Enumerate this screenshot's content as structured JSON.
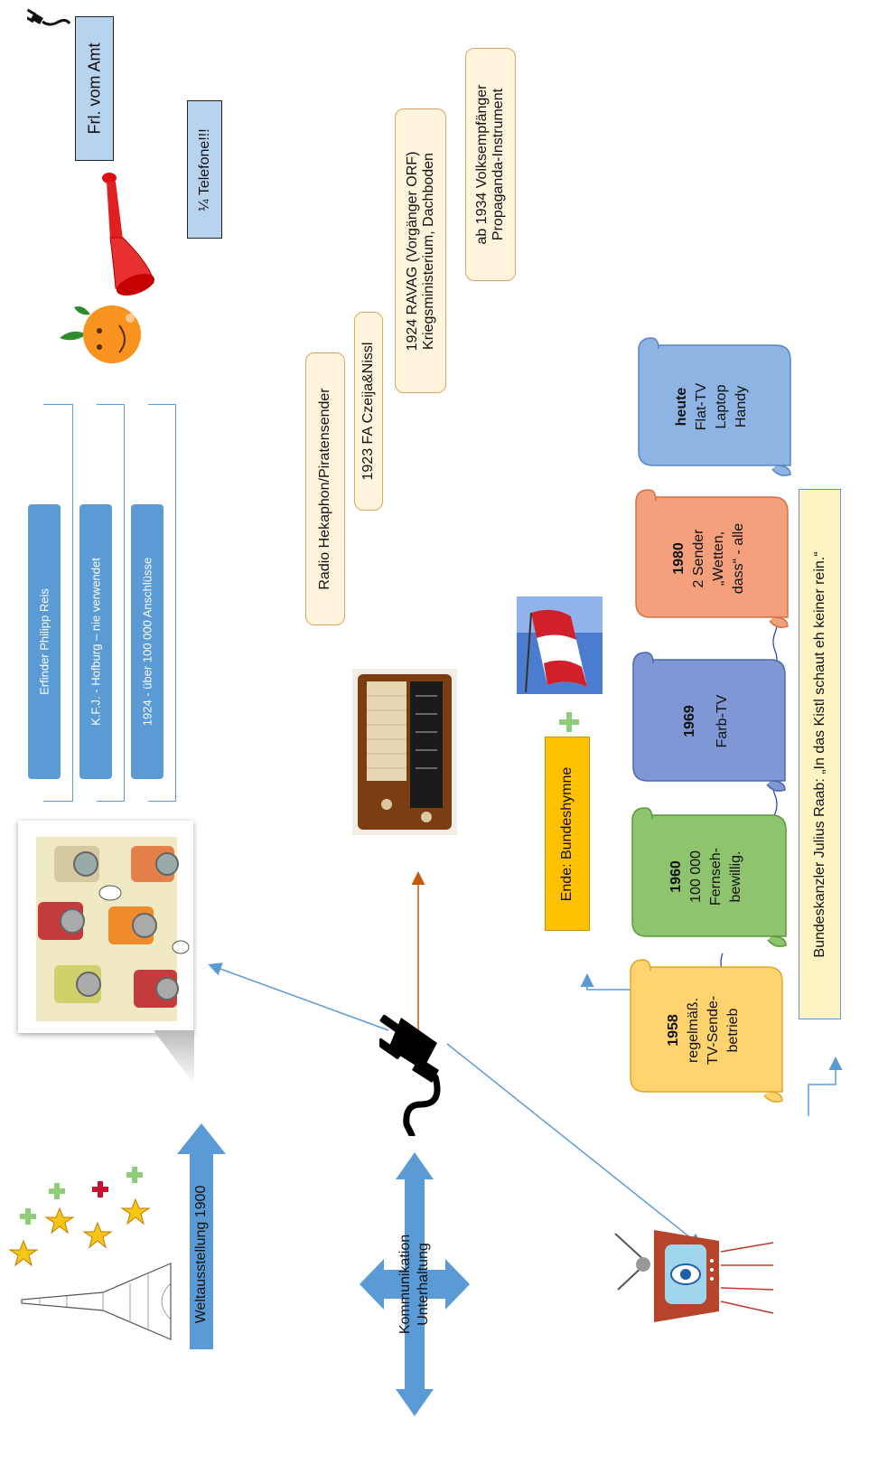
{
  "top": {
    "fraeulein": "Frl. vom Amt",
    "telefone": "¼ Telefone!!!"
  },
  "phone_timeline": [
    "Erfinder Philipp Reis",
    "K.F.J. - Hofburg – nie verwendet",
    "1924 - über 100 000 Anschlüsse"
  ],
  "radio_notes": {
    "hekaphon": "Radio Hekaphon/Piratensender",
    "czeija": "1923 FA Czeija&Nissl",
    "ravag_line1": "1924 RAVAG (Vorgänger ORF)",
    "ravag_line2": "Kriegsministerium, Dachboden",
    "volks_line1": "ab 1934 Volksempfänger",
    "volks_line2": "Propaganda-Instrument"
  },
  "weltausstellung": "Weltausstellung 1900",
  "center_arrow": {
    "line1": "Kommunikation",
    "line2": "Unterhaltung"
  },
  "anthem": "Ende: Bundeshymne",
  "quote": "Bundeskanzler Julius Raab: „In das Kistl schaut eh keiner rein.“",
  "tv_scrolls": [
    {
      "year": "1958",
      "lines": [
        "regelmäß.",
        "TV-Sende-",
        "betrieb"
      ],
      "color": "#ffd36e"
    },
    {
      "year": "1960",
      "lines": [
        "100 000",
        "Fernseh-",
        "bewillig."
      ],
      "color": "#8fc46e"
    },
    {
      "year": "1969",
      "lines": [
        "Farb-TV"
      ],
      "color": "#7f97d4"
    },
    {
      "year": "1980",
      "lines": [
        "2 Sender",
        "„Wetten,",
        "dass“ - alle"
      ],
      "color": "#f4a07c"
    },
    {
      "year": "heute",
      "lines": [
        "Flat-TV",
        "Laptop",
        "Handy"
      ],
      "color": "#8db4e2"
    }
  ],
  "colors": {
    "accent_blue": "#5b9bd5",
    "anthem_gold": "#ffc000",
    "arrow_orange": "#c55a11"
  },
  "icons": [
    "plug-icon",
    "trumpet-icon",
    "orange-icon",
    "eiffel-tower-icon",
    "radio-icon",
    "austria-flag-icon",
    "tv-icon",
    "phone-wallpaper-icon"
  ]
}
